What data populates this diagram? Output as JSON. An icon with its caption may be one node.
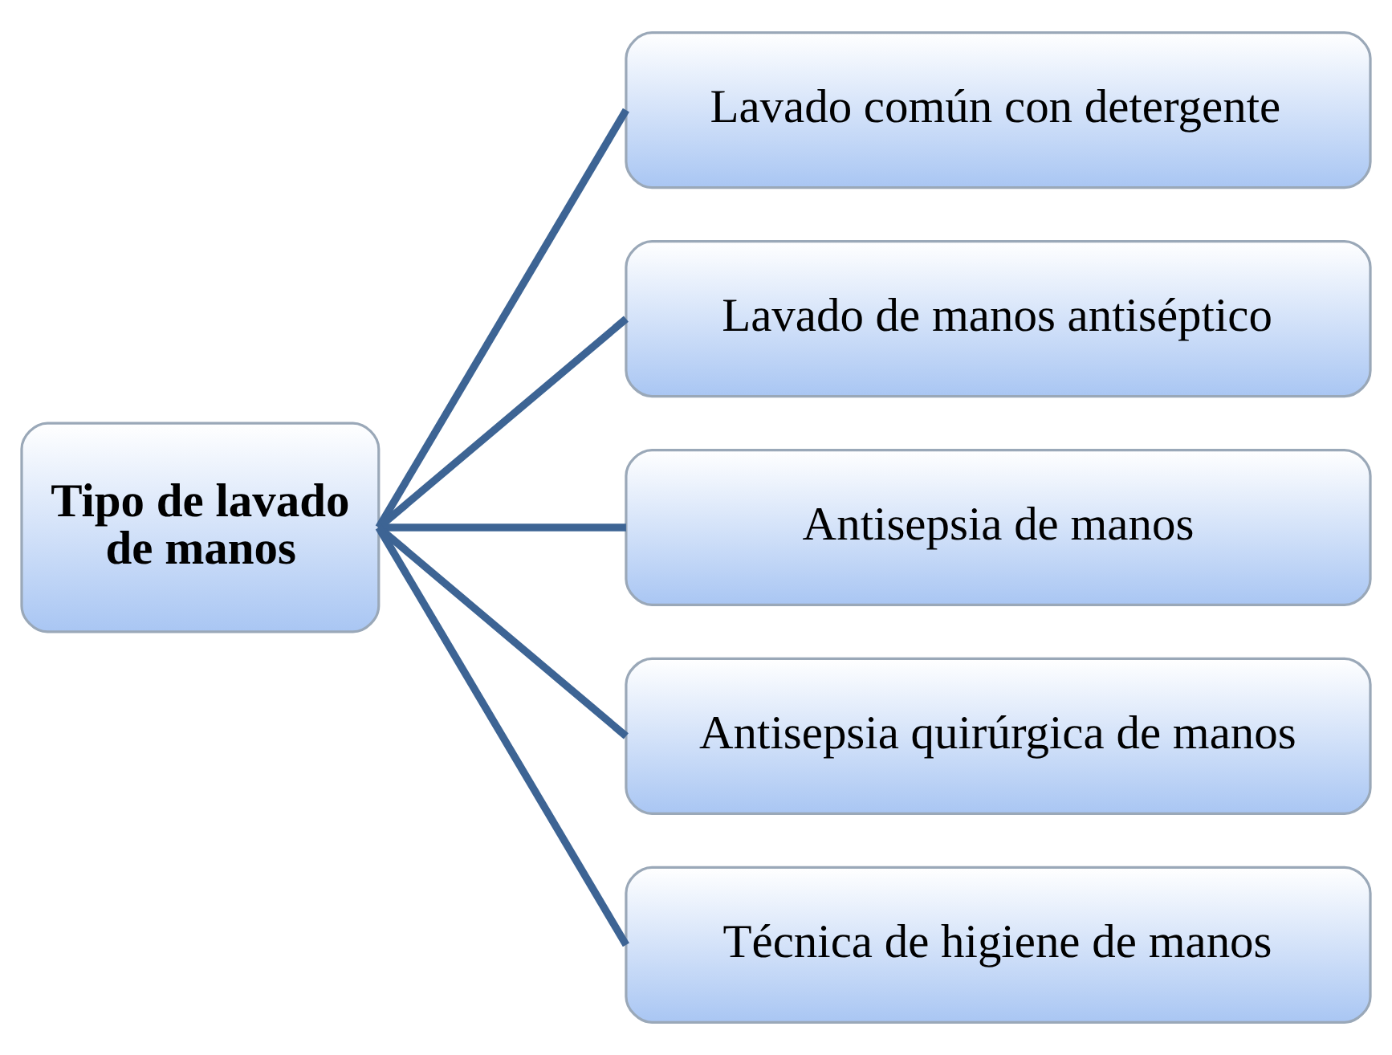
{
  "diagram": {
    "nodes": [
      {
        "text": [
          "Tipo de lavado de manos"
        ]
      },
      {
        "text": [
          "Lavado común con detergente"
        ]
      },
      {
        "text": [
          "Lavado de manos antiséptico"
        ]
      },
      {
        "text": [
          "Antisepsia de manos"
        ]
      },
      {
        "text": [
          "Antisepsia quirúrgica de manos"
        ]
      },
      {
        "text": [
          "Técnica de higiene de manos"
        ]
      }
    ],
    "edges": [
      {
        "from": 0,
        "to": 1,
        "arrow": "none"
      },
      {
        "from": 0,
        "to": 2,
        "arrow": "none"
      },
      {
        "from": 0,
        "to": 3,
        "arrow": "none"
      },
      {
        "from": 0,
        "to": 4,
        "arrow": "none"
      },
      {
        "from": 0,
        "to": 5,
        "arrow": "none"
      }
    ]
  }
}
